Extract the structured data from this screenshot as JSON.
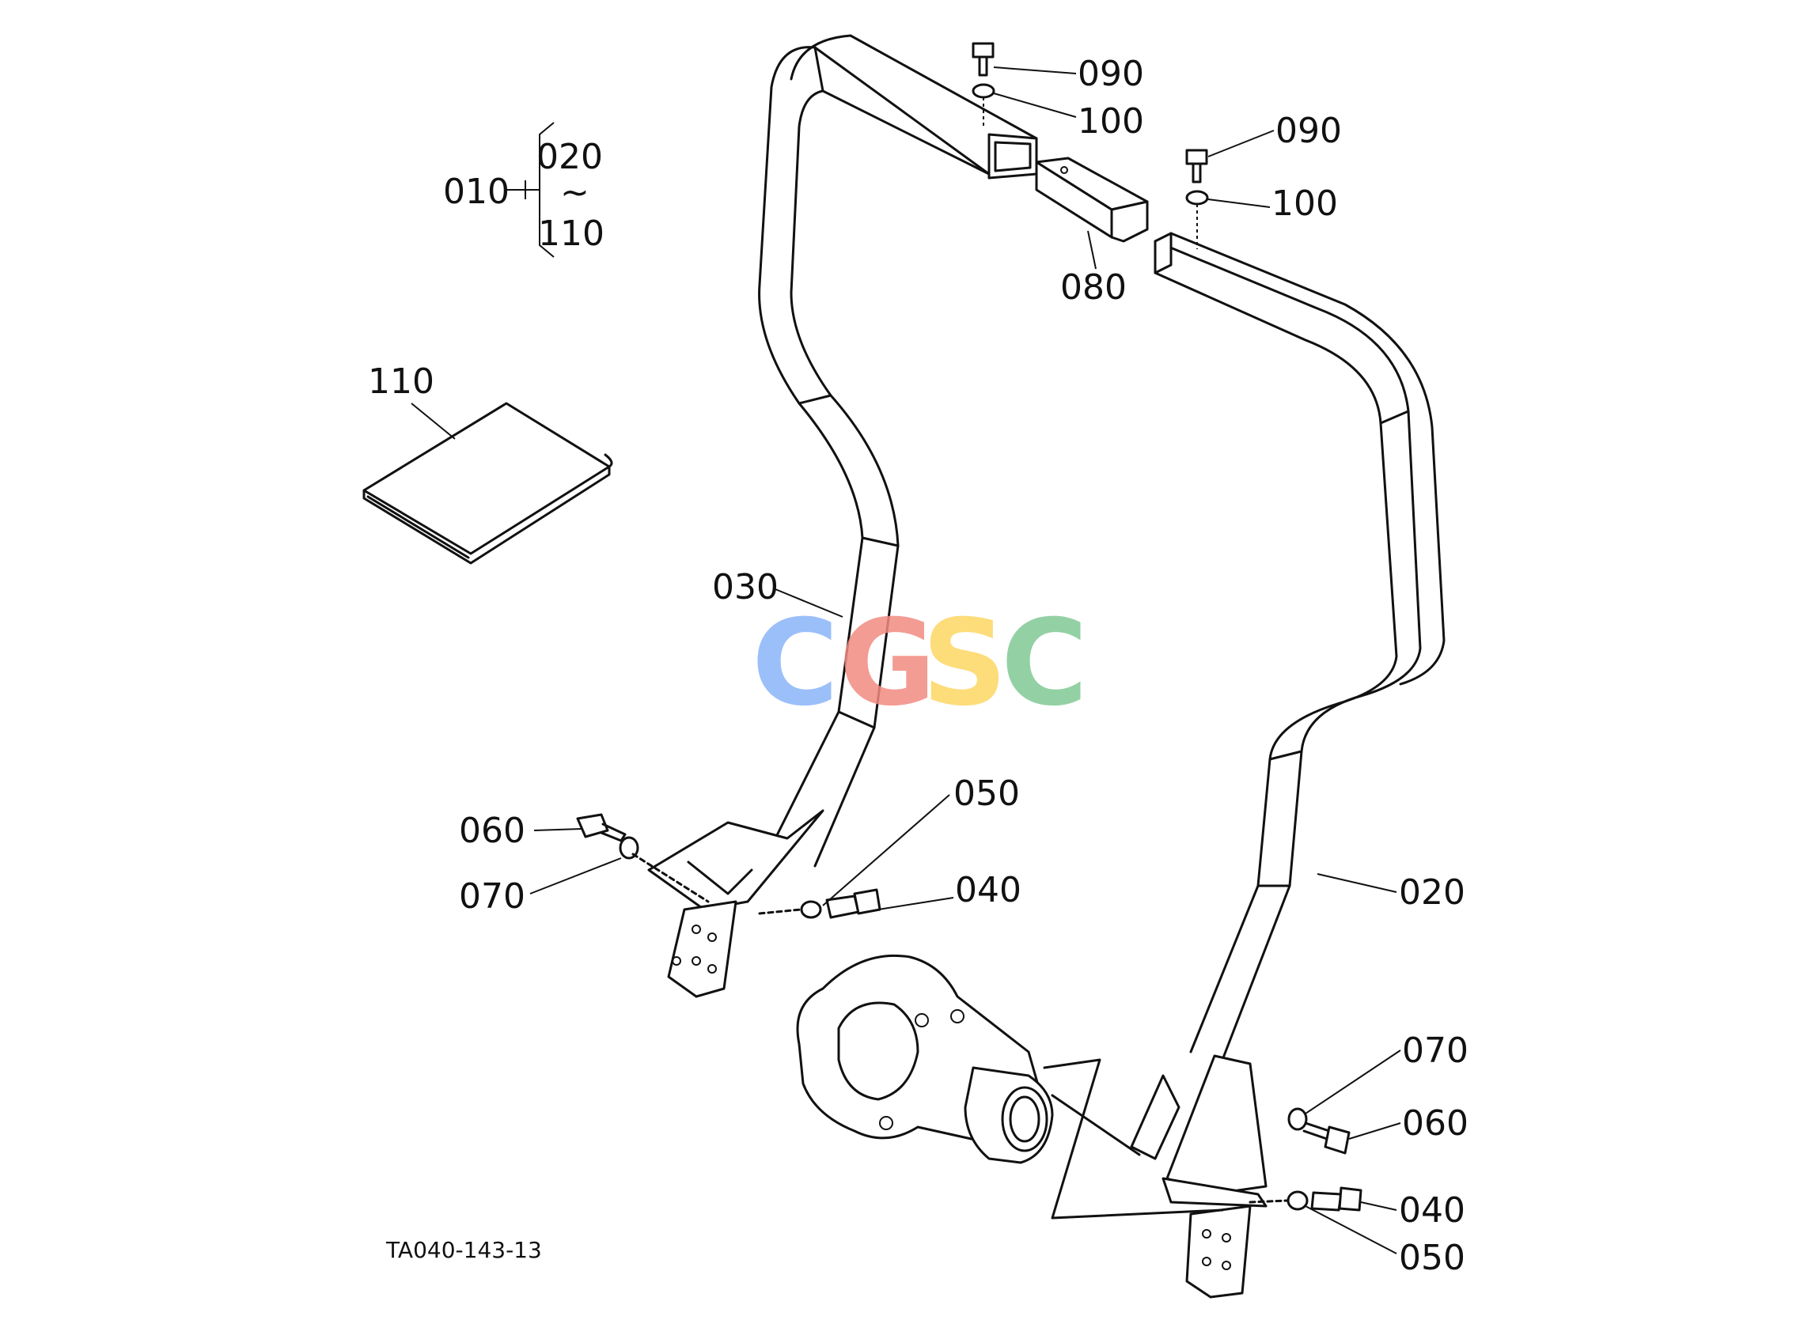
{
  "labels": {
    "assembly": "010",
    "range_start": "020",
    "range_tilde": "~",
    "range_end": "110",
    "manual": "110",
    "rops_right": "020",
    "rops_left": "030",
    "bolt_right": "040",
    "bolt_left": "040",
    "washer_right": "050",
    "washer_left": "050",
    "bolt_small_right": "060",
    "bolt_small_left": "060",
    "washer_small_right": "070",
    "washer_small_left": "070",
    "connector": "080",
    "top_bolt_left": "090",
    "top_bolt_right": "090",
    "top_washer_left": "100",
    "top_washer_right": "100"
  },
  "drawing_code": "TA040-143-13",
  "watermark": {
    "letters": [
      "C",
      "G",
      "S",
      "C"
    ],
    "colors": [
      "#8ab4f8",
      "#f28b82",
      "#fdd663",
      "#81c995"
    ]
  }
}
